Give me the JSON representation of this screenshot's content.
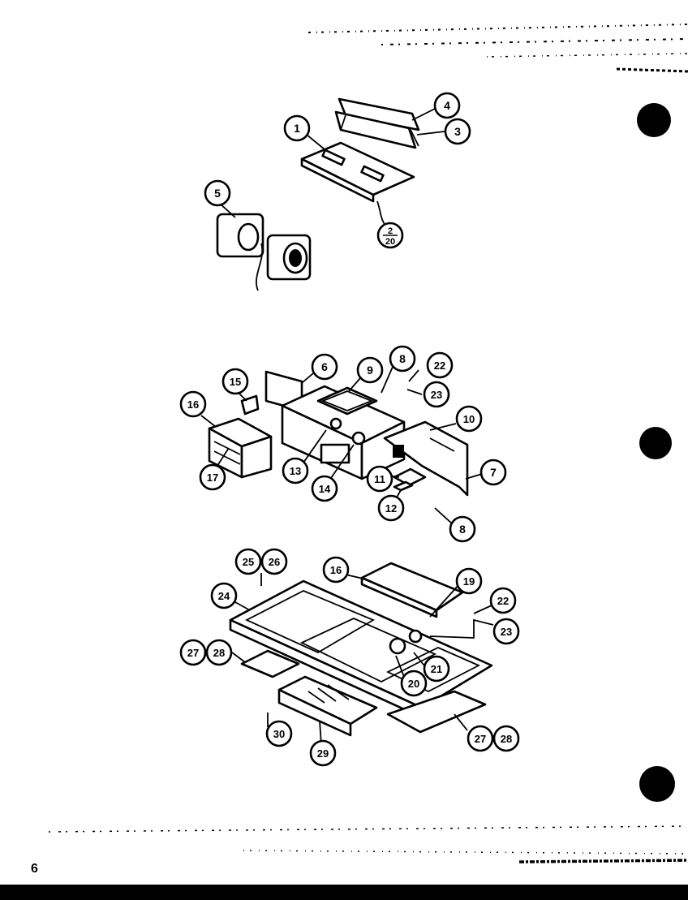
{
  "page_number": "6",
  "callouts": [
    {
      "id": "c1",
      "text": "1"
    },
    {
      "id": "c3",
      "text": "3"
    },
    {
      "id": "c4",
      "text": "4"
    },
    {
      "id": "c2-20",
      "text": "2",
      "sub": "20"
    },
    {
      "id": "c5",
      "text": "5"
    },
    {
      "id": "c6",
      "text": "6"
    },
    {
      "id": "c9",
      "text": "9"
    },
    {
      "id": "c8a",
      "text": "8"
    },
    {
      "id": "c22a",
      "text": "22"
    },
    {
      "id": "c23a",
      "text": "23"
    },
    {
      "id": "c15",
      "text": "15"
    },
    {
      "id": "c16a",
      "text": "16"
    },
    {
      "id": "c17",
      "text": "17"
    },
    {
      "id": "c10",
      "text": "10"
    },
    {
      "id": "c7",
      "text": "7"
    },
    {
      "id": "c13",
      "text": "13"
    },
    {
      "id": "c14",
      "text": "14"
    },
    {
      "id": "c11",
      "text": "11"
    },
    {
      "id": "c12",
      "text": "12"
    },
    {
      "id": "c8b",
      "text": "8"
    },
    {
      "id": "c25",
      "text": "25"
    },
    {
      "id": "c26",
      "text": "26"
    },
    {
      "id": "c16b",
      "text": "16"
    },
    {
      "id": "c19",
      "text": "19"
    },
    {
      "id": "c24",
      "text": "24"
    },
    {
      "id": "c22b",
      "text": "22"
    },
    {
      "id": "c23b",
      "text": "23"
    },
    {
      "id": "c27a",
      "text": "27"
    },
    {
      "id": "c28a",
      "text": "28"
    },
    {
      "id": "c21",
      "text": "21"
    },
    {
      "id": "c20",
      "text": "20"
    },
    {
      "id": "c30",
      "text": "30"
    },
    {
      "id": "c29",
      "text": "29"
    },
    {
      "id": "c27b",
      "text": "27"
    },
    {
      "id": "c28b",
      "text": "28"
    }
  ]
}
